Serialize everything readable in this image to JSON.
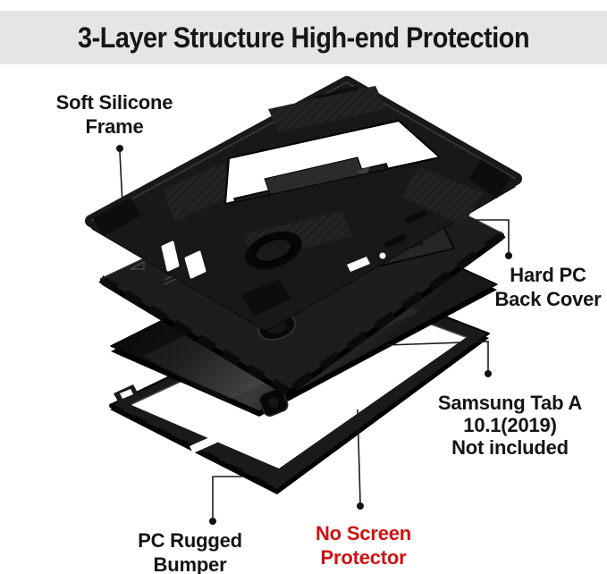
{
  "header": {
    "title": "3-Layer Structure High-end Protection"
  },
  "annotations": {
    "silicone_frame": {
      "lines": [
        "Soft Silicone",
        "Frame"
      ]
    },
    "back_cover": {
      "lines": [
        "Hard PC",
        "Back Cover"
      ]
    },
    "tablet": {
      "lines": [
        "Samsung Tab A",
        "10.1(2019)",
        "Not included"
      ]
    },
    "bumper": {
      "lines": [
        "PC Rugged",
        "Bumper"
      ]
    },
    "screen_protector": {
      "lines": [
        "No Screen",
        "Protector"
      ]
    }
  },
  "colors": {
    "banner_bg": "#e5e5e6",
    "label_text": "#141414",
    "warning_red": "#ce1212",
    "case_black": "#181818"
  }
}
